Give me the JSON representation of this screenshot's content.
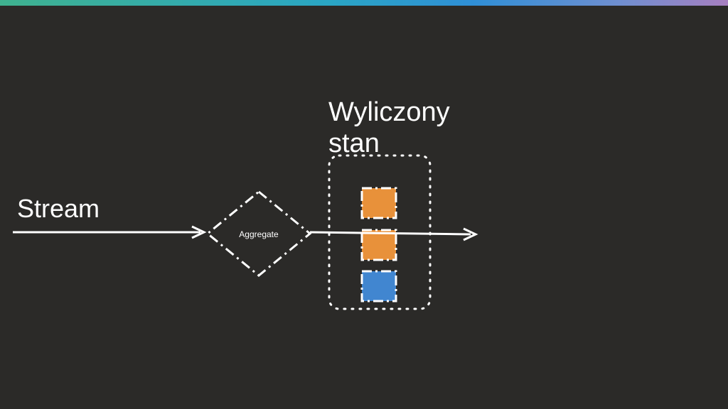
{
  "diagram": {
    "stream_label": "Stream",
    "aggregate_label": "Aggregate",
    "state_label_line1": "Wyliczony",
    "state_label_line2": "stan",
    "state_items": [
      {
        "color": "#e8913a"
      },
      {
        "color": "#e8913a"
      },
      {
        "color": "#4186d0"
      }
    ],
    "colors": {
      "background": "#2b2a28",
      "stroke": "#ffffff",
      "orange": "#e8913a",
      "blue": "#4186d0"
    }
  }
}
